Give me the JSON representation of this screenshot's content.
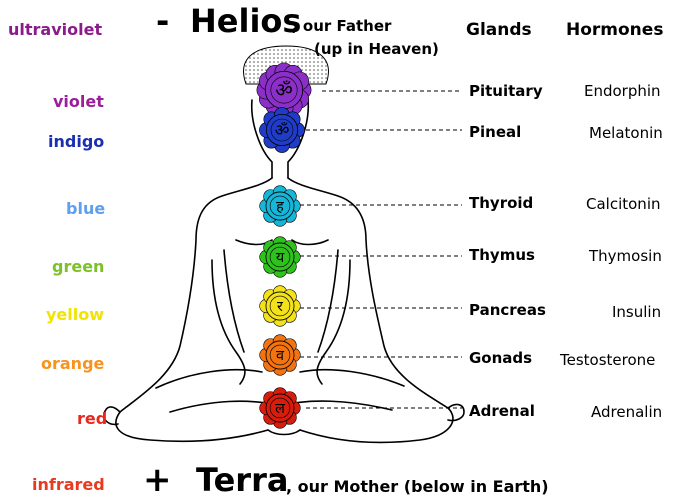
{
  "header": {
    "minus_sign": "-",
    "helios": "Helios",
    "helios_suffix": ", our Father",
    "helios_line2": "(up in Heaven)",
    "glands_heading": "Glands",
    "hormones_heading": "Hormones"
  },
  "footer": {
    "plus_sign": "+",
    "terra": "Terra",
    "terra_suffix": ", our Mother (below in Earth)"
  },
  "colors": [
    {
      "label": "ultraviolet",
      "color": "#8b1a8b"
    },
    {
      "label": "violet",
      "color": "#9b1f9b"
    },
    {
      "label": "indigo",
      "color": "#1c2fb0"
    },
    {
      "label": "blue",
      "color": "#5ea0ee"
    },
    {
      "label": "green",
      "color": "#7ec02a"
    },
    {
      "label": "yellow",
      "color": "#f2e400"
    },
    {
      "label": "orange",
      "color": "#f7931e"
    },
    {
      "label": "red",
      "color": "#e8281e"
    },
    {
      "label": "infrared",
      "color": "#e83a1e"
    }
  ],
  "chakras": [
    {
      "name": "crown",
      "fill": "#8b2fc9",
      "glyph": "ॐ"
    },
    {
      "name": "third-eye",
      "fill": "#1f3cc8",
      "glyph": "ॐ"
    },
    {
      "name": "throat",
      "fill": "#16b6d9",
      "glyph": "ह"
    },
    {
      "name": "heart",
      "fill": "#2ec21d",
      "glyph": "य"
    },
    {
      "name": "solar-plexus",
      "fill": "#f3e21a",
      "glyph": "र"
    },
    {
      "name": "sacral",
      "fill": "#f2730f",
      "glyph": "व"
    },
    {
      "name": "root",
      "fill": "#d81d0d",
      "glyph": "ल"
    }
  ],
  "rows": [
    {
      "gland": "Pituitary",
      "hormone": "Endorphin"
    },
    {
      "gland": "Pineal",
      "hormone": "Melatonin"
    },
    {
      "gland": "Thyroid",
      "hormone": "Calcitonin"
    },
    {
      "gland": "Thymus",
      "hormone": "Thymosin"
    },
    {
      "gland": "Pancreas",
      "hormone": "Insulin"
    },
    {
      "gland": "Gonads",
      "hormone": "Testosterone"
    },
    {
      "gland": "Adrenal",
      "hormone": "Adrenalin"
    }
  ]
}
